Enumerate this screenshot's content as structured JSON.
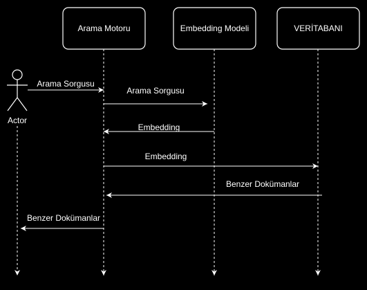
{
  "actor": {
    "label": "Actor"
  },
  "participants": [
    {
      "id": "arama",
      "label": "Arama Motoru"
    },
    {
      "id": "embed",
      "label": "Embedding Modeli"
    },
    {
      "id": "db",
      "label": "VERİTABANI"
    }
  ],
  "messages": [
    {
      "label": "Arama Sorgusu",
      "from": "actor",
      "to": "arama"
    },
    {
      "label": "Arama Sorgusu",
      "from": "arama",
      "to": "embed"
    },
    {
      "label": "Embedding",
      "from": "embed",
      "to": "arama"
    },
    {
      "label": "Embedding",
      "from": "arama",
      "to": "db"
    },
    {
      "label": "Benzer Dokümanlar",
      "from": "db",
      "to": "arama"
    },
    {
      "label": "Benzer Dokümanlar",
      "from": "arama",
      "to": "actor"
    }
  ],
  "colors": {
    "background": "#000000",
    "stroke": "#ffffff",
    "box_fill": "#000000",
    "text": "#ffffff"
  }
}
